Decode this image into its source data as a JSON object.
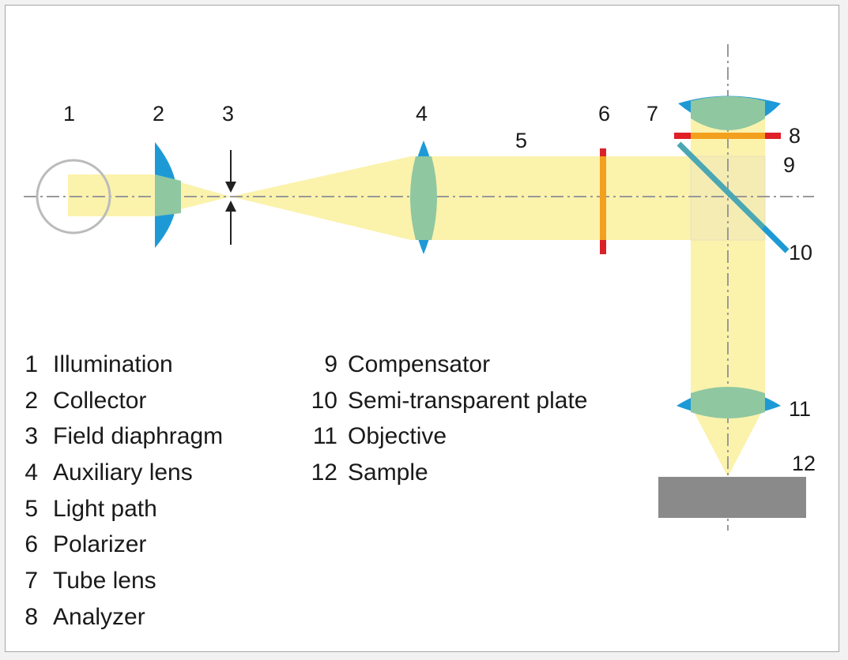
{
  "colors": {
    "beam": "#fbf2ac",
    "lens_edge": "#1d9ad6",
    "lens_center": "#8fc7a1",
    "polarizer": "#f3a01f",
    "polarizer_tip": "#d9222a",
    "analyzer_edge": "#e01f26",
    "analyzer_center": "#f3a01f",
    "plate": "#4ba7b3",
    "sample": "#8a8a8a",
    "axis": "#999999",
    "lamp_ring": "#bbbbbb"
  },
  "labels": {
    "n1": "1",
    "n2": "2",
    "n3": "3",
    "n4": "4",
    "n5": "5",
    "n6": "6",
    "n7": "7",
    "n8": "8",
    "n9": "9",
    "n10": "10",
    "n11": "11",
    "n12": "12"
  },
  "legend": [
    {
      "num": "1",
      "text": "Illumination"
    },
    {
      "num": "2",
      "text": "Collector"
    },
    {
      "num": "3",
      "text": "Field diaphragm"
    },
    {
      "num": "4",
      "text": "Auxiliary lens"
    },
    {
      "num": "5",
      "text": "Light path"
    },
    {
      "num": "6",
      "text": "Polarizer"
    },
    {
      "num": "7",
      "text": "Tube lens"
    },
    {
      "num": "8",
      "text": "Analyzer"
    },
    {
      "num": "9",
      "text": "Compensator"
    },
    {
      "num": "10",
      "text": "Semi-transparent plate"
    },
    {
      "num": "11",
      "text": "Objective"
    },
    {
      "num": "12",
      "text": "Sample"
    }
  ]
}
